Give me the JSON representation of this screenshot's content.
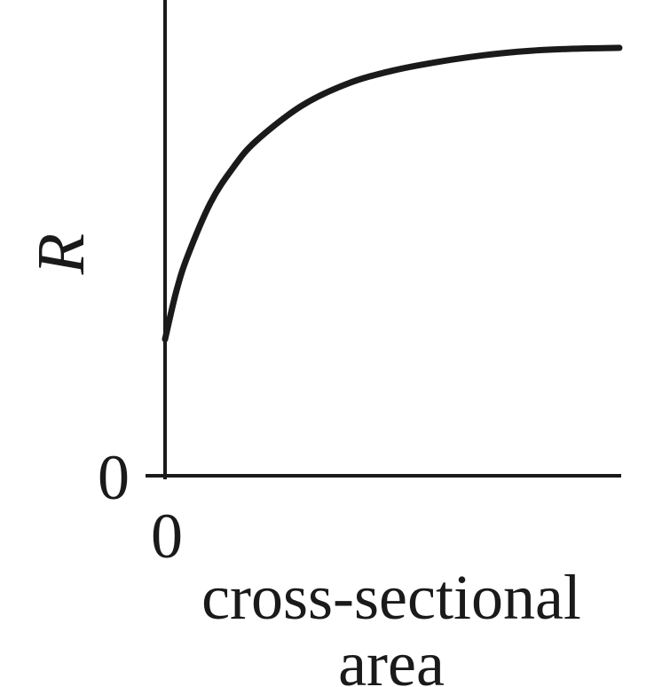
{
  "chart_data": {
    "type": "line",
    "title": "",
    "xlabel_line1": "cross-sectional",
    "xlabel_line2": "area",
    "ylabel": "R",
    "x_tick_labels": [
      "0"
    ],
    "y_tick_labels": [
      "0"
    ],
    "xlim": [
      0,
      10
    ],
    "ylim": [
      0,
      10
    ],
    "grid": false,
    "series": [
      {
        "x": [
          0,
          0.25,
          0.5,
          1,
          1.5,
          2,
          3,
          4,
          5,
          6,
          7,
          8,
          9,
          10
        ],
        "values": [
          3.1,
          4.2,
          5.0,
          6.2,
          7.0,
          7.6,
          8.4,
          8.9,
          9.2,
          9.4,
          9.55,
          9.65,
          9.7,
          9.72
        ]
      }
    ]
  }
}
